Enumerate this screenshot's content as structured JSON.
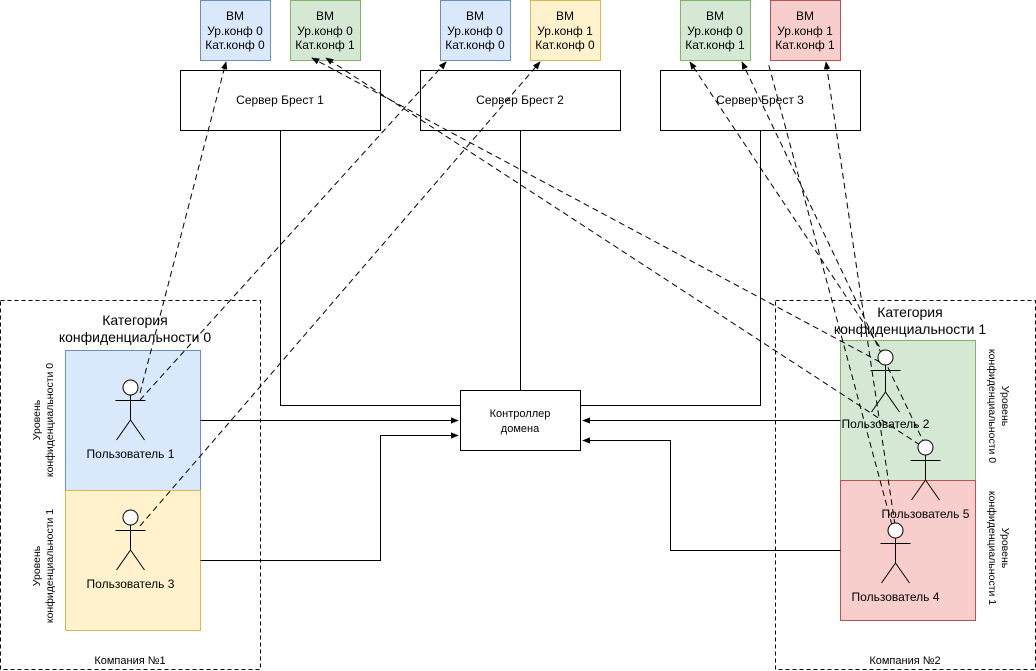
{
  "vms": [
    {
      "title": "ВМ",
      "level": "Ур.конф 0",
      "category": "Кат.конф 0",
      "fill": "#dae8fc",
      "stroke": "#6c8ebf"
    },
    {
      "title": "ВМ",
      "level": "Ур.конф 0",
      "category": "Кат.конф 1",
      "fill": "#d5e8d4",
      "stroke": "#82b366"
    },
    {
      "title": "ВМ",
      "level": "Ур.конф 0",
      "category": "Кат.конф 0",
      "fill": "#dae8fc",
      "stroke": "#6c8ebf"
    },
    {
      "title": "ВМ",
      "level": "Ур.конф 1",
      "category": "Кат.конф 0",
      "fill": "#fff2cc",
      "stroke": "#d6b656"
    },
    {
      "title": "ВМ",
      "level": "Ур.конф 0",
      "category": "Кат.конф 1",
      "fill": "#d5e8d4",
      "stroke": "#82b366"
    },
    {
      "title": "ВМ",
      "level": "Ур.конф 1",
      "category": "Кат.конф 1",
      "fill": "#f8cecc",
      "stroke": "#b85450"
    }
  ],
  "servers": [
    "Сервер Брест 1",
    "Сервер Брест 2",
    "Сервер Брест 3"
  ],
  "controller": {
    "line1": "Контроллер",
    "line2": "домена"
  },
  "company1": {
    "name": "Компания №1",
    "category_line1": "Категория",
    "category_line2": "конфиденциальности 0",
    "level0_line1": "Уровень",
    "level0_line2": "конфиденциальности 0",
    "level1_line1": "Уровень",
    "level1_line2": "конфиденциальности 1",
    "user1": "Пользователь 1",
    "user3": "Пользователь 3"
  },
  "company2": {
    "name": "Компания №2",
    "category_line1": "Категория",
    "category_line2": "конфиденциальности 1",
    "level0_line1": "Уровень",
    "level0_line2": "конфиденциальности 0",
    "level1_line1": "Уровень",
    "level1_line2": "конфиденциальности 1",
    "user2": "Пользователь 2",
    "user5": "Пользователь 5",
    "user4": "Пользователь 4"
  },
  "colors": {
    "blue_fill": "#dae8fc",
    "blue_stroke": "#6c8ebf",
    "green_fill": "#d5e8d4",
    "green_stroke": "#82b366",
    "yellow_fill": "#fff2cc",
    "yellow_stroke": "#d6b656",
    "red_fill": "#f8cecc",
    "red_stroke": "#b85450"
  }
}
